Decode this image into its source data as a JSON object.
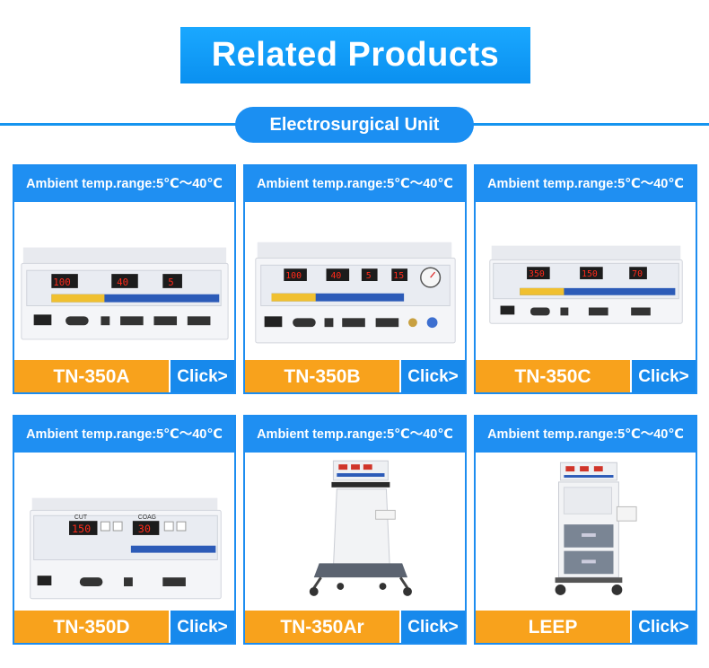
{
  "page": {
    "title": "Related Products",
    "category": "Electrosurgical Unit"
  },
  "colors": {
    "blue": "#1f8ff2",
    "orange": "#f8a21c"
  },
  "products": [
    {
      "spec": "Ambient temp.range:5℃～40℃",
      "model": "TN-350A",
      "action": "Click>",
      "displays": [
        "100",
        "40",
        "5"
      ]
    },
    {
      "spec": "Ambient temp.range:5℃～40℃",
      "model": "TN-350B",
      "action": "Click>",
      "displays": [
        "100",
        "40",
        "5",
        "15"
      ]
    },
    {
      "spec": "Ambient temp.range:5℃～40℃",
      "model": "TN-350C",
      "action": "Click>",
      "displays": [
        "350",
        "150",
        "70"
      ]
    },
    {
      "spec": "Ambient temp.range:5℃～40℃",
      "model": "TN-350D",
      "action": "Click>",
      "displays": [
        "150",
        "30"
      ],
      "panel_labels": [
        "CUT",
        "COAG"
      ]
    },
    {
      "spec": "Ambient temp.range:5℃～40℃",
      "model": "TN-350Ar",
      "action": "Click>"
    },
    {
      "spec": "Ambient temp.range:5℃～40℃",
      "model": "LEEP",
      "action": "Click>"
    }
  ]
}
